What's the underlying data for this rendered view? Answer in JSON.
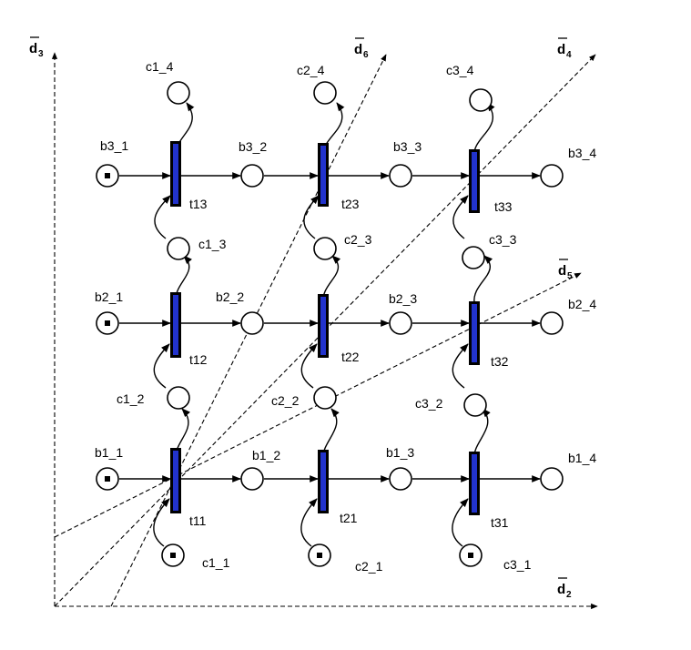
{
  "axes": {
    "d3": {
      "base": "d",
      "sub": "3"
    },
    "d6": {
      "base": "d",
      "sub": "6"
    },
    "d4": {
      "base": "d",
      "sub": "4"
    },
    "d5": {
      "base": "d",
      "sub": "5"
    },
    "d2": {
      "base": "d",
      "sub": "2"
    }
  },
  "places": {
    "b1_1": "b1_1",
    "b1_2": "b1_2",
    "b1_3": "b1_3",
    "b1_4": "b1_4",
    "b2_1": "b2_1",
    "b2_2": "b2_2",
    "b2_3": "b2_3",
    "b2_4": "b2_4",
    "b3_1": "b3_1",
    "b3_2": "b3_2",
    "b3_3": "b3_3",
    "b3_4": "b3_4",
    "c1_1": "c1_1",
    "c1_2": "c1_2",
    "c1_3": "c1_3",
    "c1_4": "c1_4",
    "c2_1": "c2_1",
    "c2_2": "c2_2",
    "c2_3": "c2_3",
    "c2_4": "c2_4",
    "c3_1": "c3_1",
    "c3_2": "c3_2",
    "c3_3": "c3_3",
    "c3_4": "c3_4"
  },
  "transitions": {
    "t11": "t11",
    "t21": "t21",
    "t31": "t31",
    "t12": "t12",
    "t22": "t22",
    "t32": "t32",
    "t13": "t13",
    "t23": "t23",
    "t33": "t33"
  },
  "colors": {
    "transition_fill": "#2233cc",
    "transition_border": "#000000",
    "line": "#000000"
  }
}
